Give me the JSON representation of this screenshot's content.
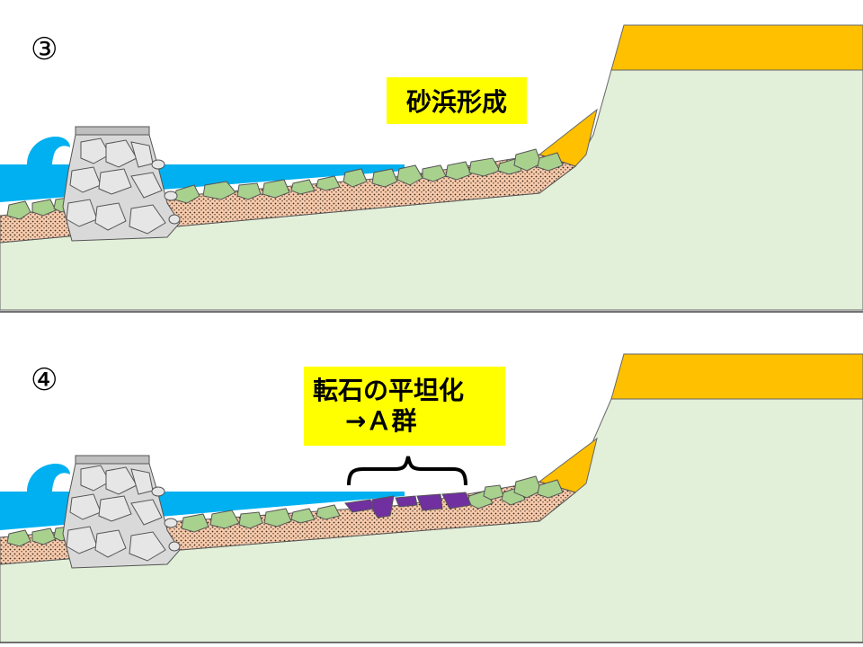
{
  "panels": [
    {
      "number": "③",
      "label": "砂浜形成"
    },
    {
      "number": "④",
      "label_line1": "転石の平坦化",
      "label_line2": "→Ａ群"
    }
  ],
  "colors": {
    "ground": "#e2efd9",
    "sea": "#00b0f0",
    "sand": "#f8cbad",
    "cobble": "#a9d18e",
    "flattened_cobble": "#7030a0",
    "tetrapod": "#d9d9d9",
    "cap": "#ffc000",
    "label_bg": "#ffff00"
  }
}
